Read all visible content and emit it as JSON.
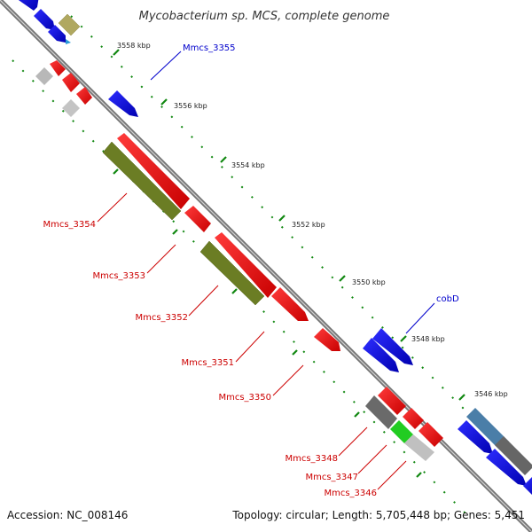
{
  "header": {
    "title": "Mycobacterium sp. MCS, complete genome"
  },
  "ticks": {
    "t3558": "3558 kbp",
    "t3556": "3556 kbp",
    "t3554": "3554 kbp",
    "t3552": "3552 kbp",
    "t3550": "3550 kbp",
    "t3548": "3548 kbp",
    "t3546": "3546 kbp"
  },
  "gene_labels": {
    "mmcs_3355": "Mmcs_3355",
    "mmcs_3354": "Mmcs_3354",
    "mmcs_3353": "Mmcs_3353",
    "mmcs_3352": "Mmcs_3352",
    "mmcs_3351": "Mmcs_3351",
    "mmcs_3350": "Mmcs_3350",
    "cobd": "cobD",
    "mmcs_3348": "Mmcs_3348",
    "mmcs_3347": "Mmcs_3347",
    "mmcs_3346": "Mmcs_3346"
  },
  "footer": {
    "accession": "Accession: NC_008146",
    "summary": "Topology: circular; Length: 5,705,448 bp; Genes: 5,451"
  },
  "colors": {
    "forward_cds": "#0000ee",
    "reverse_cds": "#ee0000",
    "orthology": "#6b7d24",
    "backbone": "#808080",
    "tick_mark": "#228822"
  }
}
